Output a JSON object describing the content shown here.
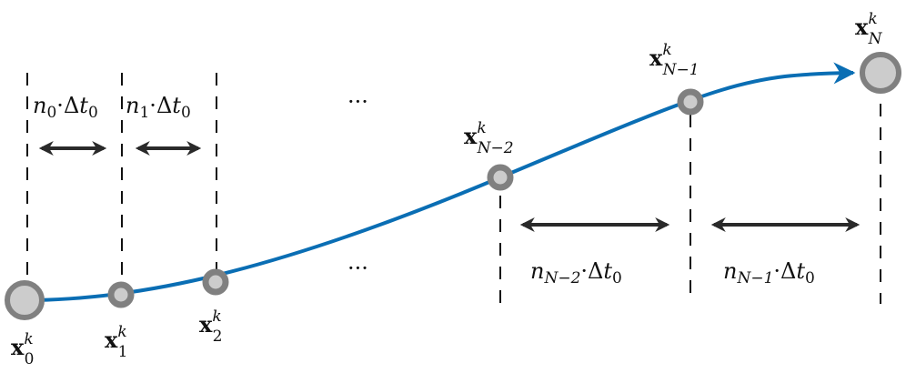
{
  "colors": {
    "curve": "#0a6eb4",
    "node_ring": "#808080",
    "node_fill": "#cccccc",
    "arrow": "#2a2a2a",
    "dash": "#111111"
  },
  "nodes": [
    {
      "base": "x",
      "sup": "k",
      "sub": "0"
    },
    {
      "base": "x",
      "sup": "k",
      "sub": "1"
    },
    {
      "base": "x",
      "sup": "k",
      "sub": "2"
    },
    {
      "base": "x",
      "sup": "k",
      "sub": "N−2"
    },
    {
      "base": "x",
      "sup": "k",
      "sub": "N−1"
    },
    {
      "base": "x",
      "sup": "k",
      "sub": "N"
    }
  ],
  "intervals": [
    {
      "n": "n",
      "n_sub": "0",
      "dot": "·",
      "delta": "Δ",
      "t": "t",
      "t_sub": "0"
    },
    {
      "n": "n",
      "n_sub": "1",
      "dot": "·",
      "delta": "Δ",
      "t": "t",
      "t_sub": "0"
    },
    {
      "n": "n",
      "n_sub": "N−2",
      "dot": "·",
      "delta": "Δ",
      "t": "t",
      "t_sub": "0"
    },
    {
      "n": "n",
      "n_sub": "N−1",
      "dot": "·",
      "delta": "Δ",
      "t": "t",
      "t_sub": "0"
    }
  ],
  "ellipsis": "···"
}
